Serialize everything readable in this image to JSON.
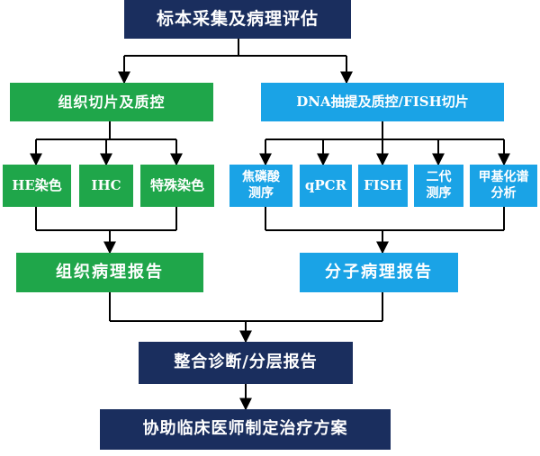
{
  "colors": {
    "navy": "#1a2e5e",
    "green": "#1fa64a",
    "blue": "#1aa3e6",
    "line": "#000000"
  },
  "nodes": {
    "top": "标本采集及病理评估",
    "left_branch": "组织切片及质控",
    "right_branch": "DNA抽提及质控/FISH切片",
    "he": "HE染色",
    "ihc": "IHC",
    "special": "特殊染色",
    "pyro": "焦磷酸测序",
    "qpcr": "qPCR",
    "fish": "FISH",
    "ngs": "二代测序",
    "methyl": "甲基化谱分析",
    "tissue_report": "组织病理报告",
    "molecular_report": "分子病理报告",
    "integrated": "整合诊断/分层报告",
    "final": "协助临床医师制定治疗方案"
  }
}
